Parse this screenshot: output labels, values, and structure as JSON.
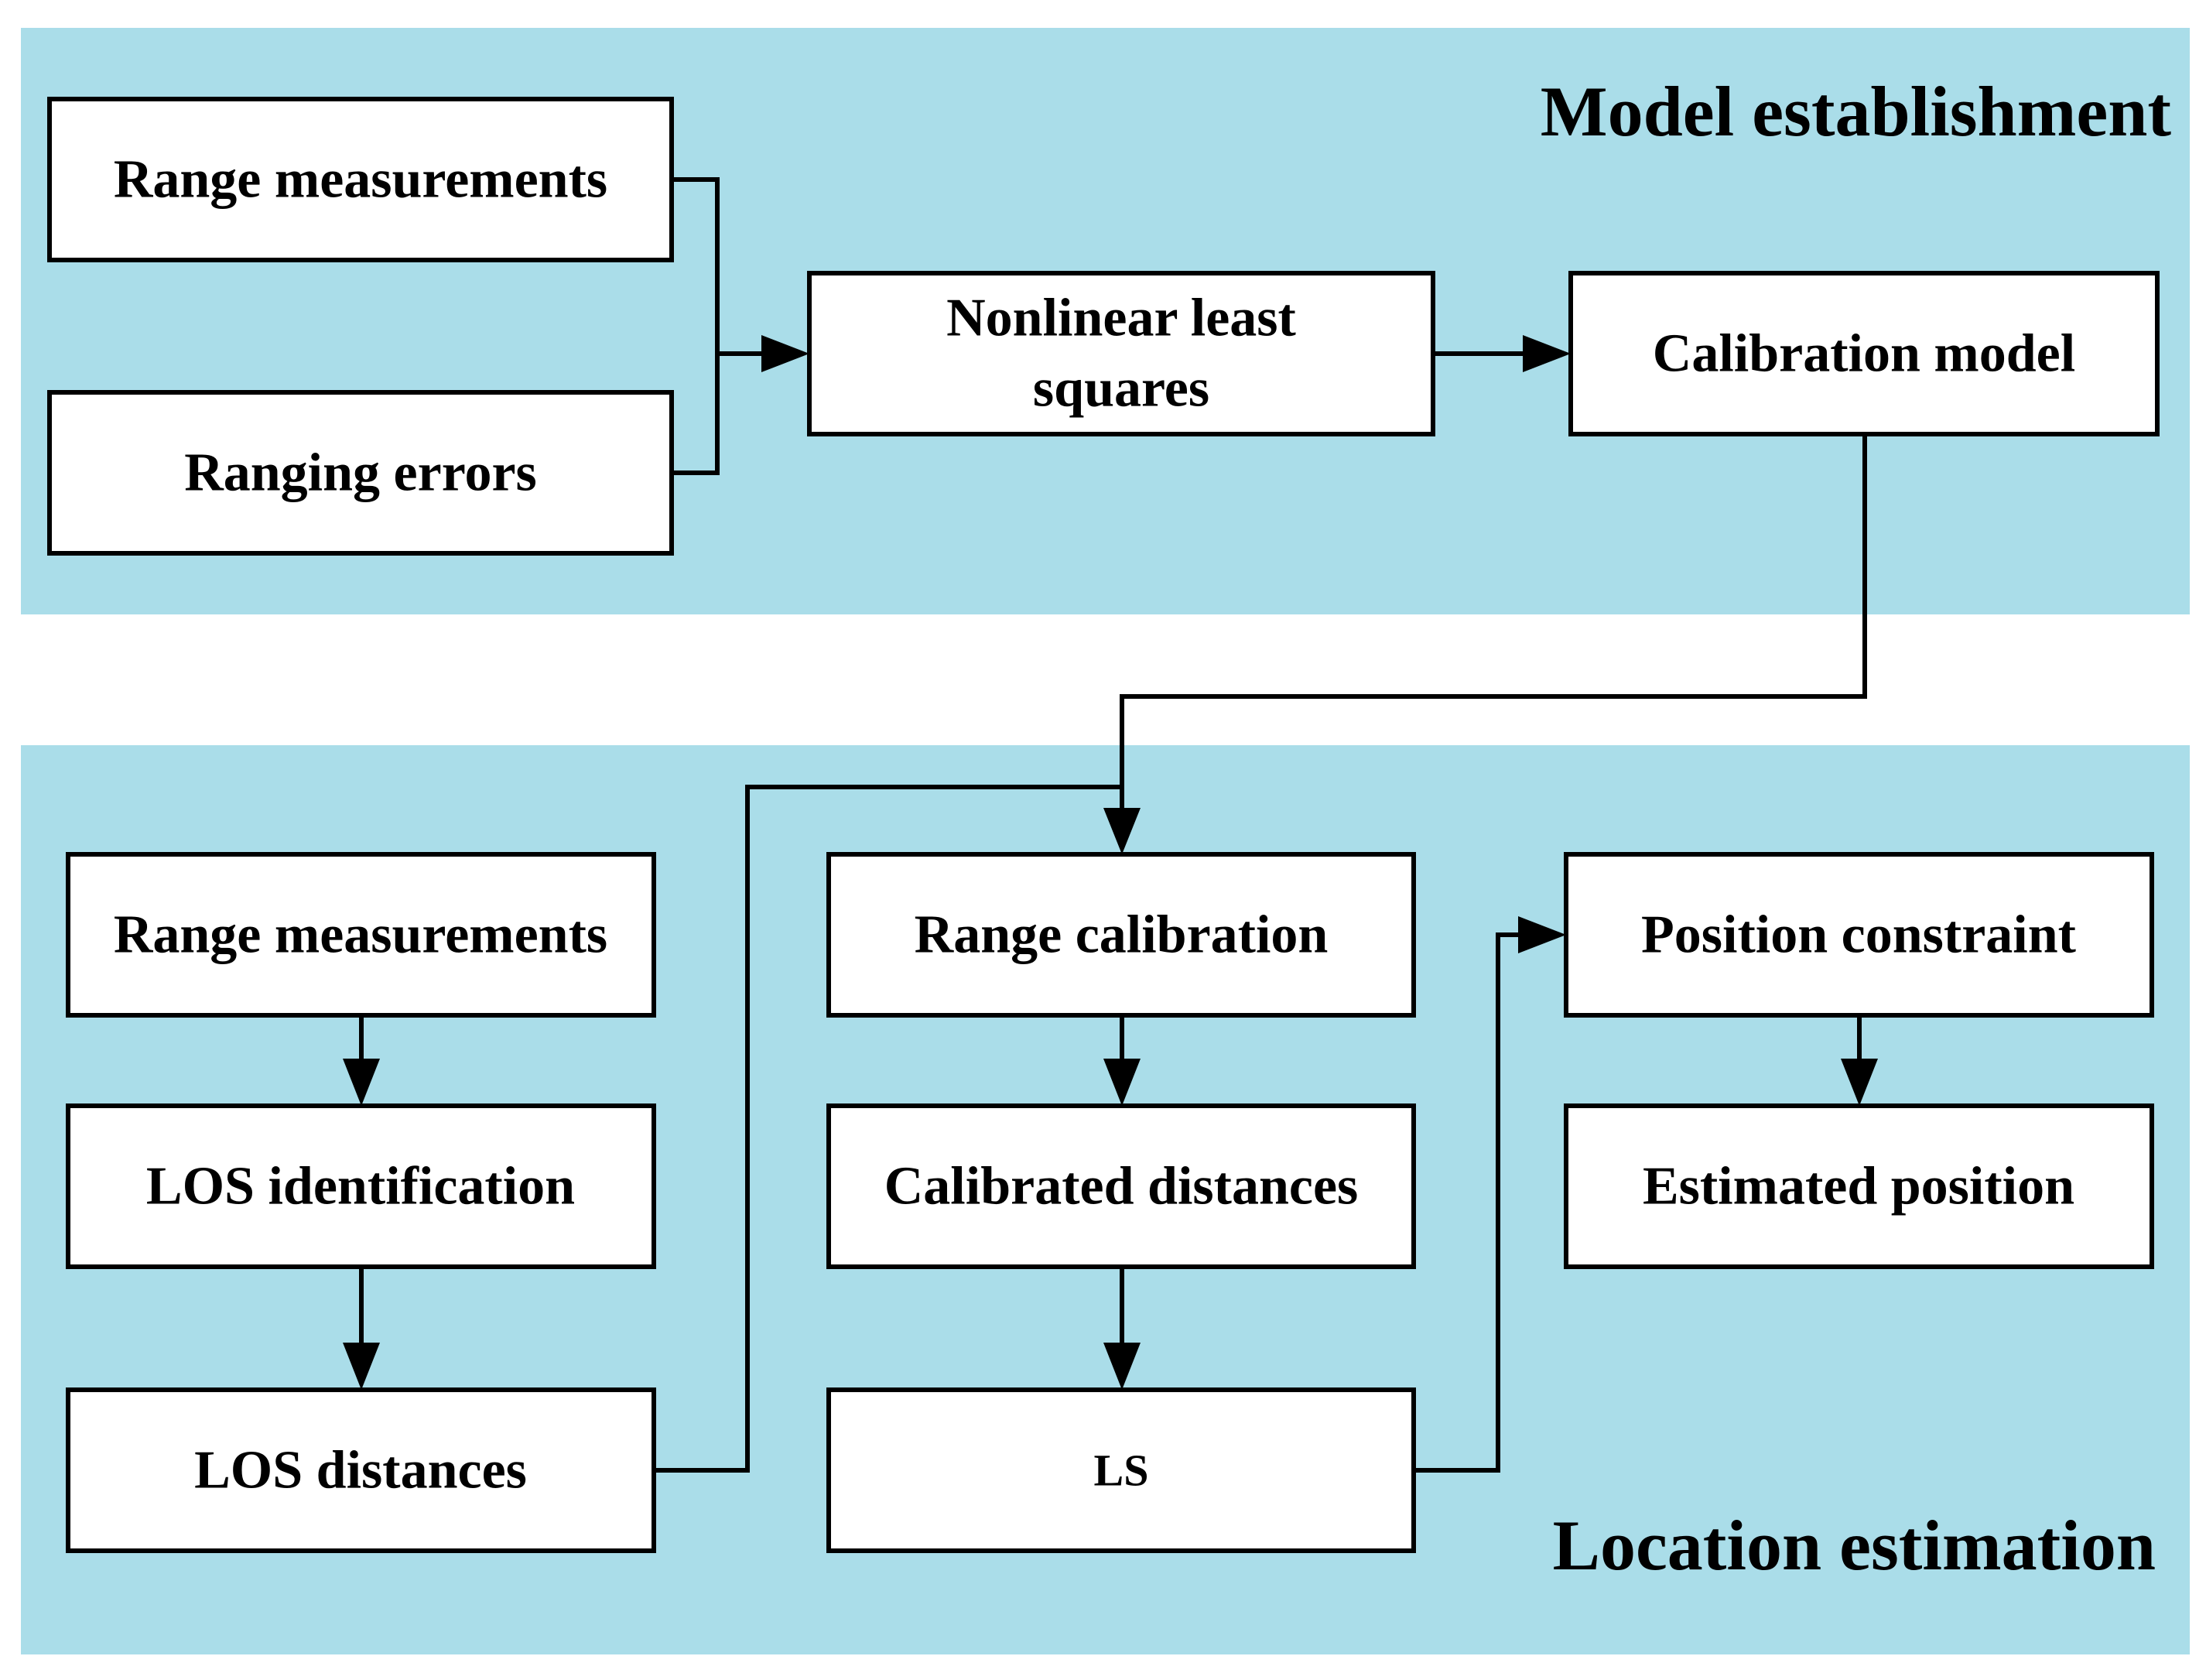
{
  "sections": {
    "top": {
      "title": "Model establishment"
    },
    "bottom": {
      "title": "Location estimation"
    }
  },
  "nodes": {
    "range_measurements_top": {
      "label": "Range measurements"
    },
    "ranging_errors": {
      "label": "Ranging errors"
    },
    "nonlinear_least_squares": {
      "line1": "Nonlinear least",
      "line2": "squares"
    },
    "calibration_model": {
      "label": "Calibration model"
    },
    "range_measurements_bottom": {
      "label": "Range measurements"
    },
    "los_identification": {
      "label": "LOS identification"
    },
    "los_distances": {
      "label": "LOS distances"
    },
    "range_calibration": {
      "label": "Range calibration"
    },
    "calibrated_distances": {
      "label": "Calibrated distances"
    },
    "ls": {
      "label": "LS"
    },
    "position_constraint": {
      "label": "Position constraint"
    },
    "estimated_position": {
      "label": "Estimated position"
    }
  },
  "colors": {
    "panel": "#aadde9",
    "box_fill": "#ffffff",
    "stroke": "#000000"
  }
}
